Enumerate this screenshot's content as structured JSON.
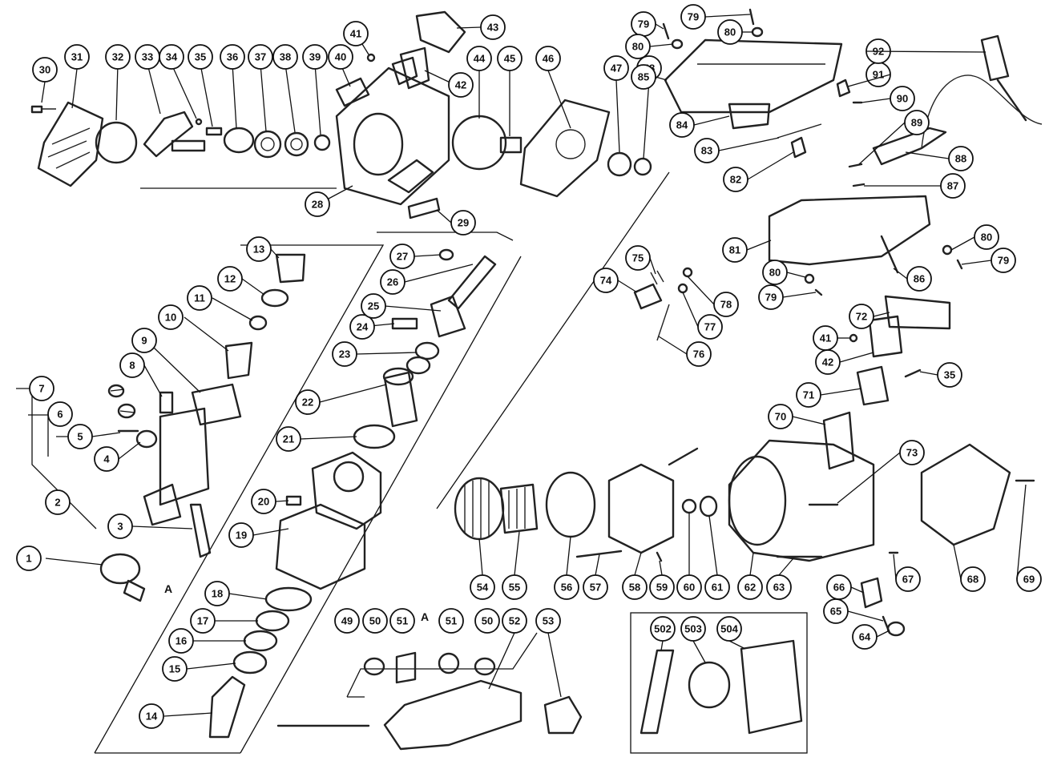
{
  "diagram": {
    "part_numbers": [
      "1",
      "2",
      "3",
      "4",
      "5",
      "6",
      "7",
      "8",
      "9",
      "10",
      "11",
      "12",
      "13",
      "14",
      "15",
      "16",
      "17",
      "18",
      "19",
      "20",
      "21",
      "22",
      "23",
      "24",
      "25",
      "26",
      "27",
      "28",
      "29",
      "30",
      "31",
      "32",
      "33",
      "34",
      "35",
      "36",
      "37",
      "38",
      "39",
      "40",
      "41",
      "42",
      "43",
      "44",
      "45",
      "46",
      "47",
      "48",
      "49",
      "50",
      "50",
      "51",
      "51",
      "52",
      "53",
      "54",
      "55",
      "56",
      "57",
      "58",
      "59",
      "60",
      "61",
      "62",
      "63",
      "64",
      "65",
      "66",
      "67",
      "68",
      "69",
      "70",
      "71",
      "72",
      "73",
      "74",
      "75",
      "76",
      "77",
      "78",
      "79",
      "79",
      "79",
      "79",
      "80",
      "80",
      "80",
      "80",
      "81",
      "82",
      "83",
      "84",
      "85",
      "86",
      "87",
      "88",
      "89",
      "90",
      "91",
      "92",
      "35",
      "41",
      "42",
      "502",
      "503",
      "504"
    ],
    "reference_letters": [
      "A",
      "A"
    ]
  }
}
